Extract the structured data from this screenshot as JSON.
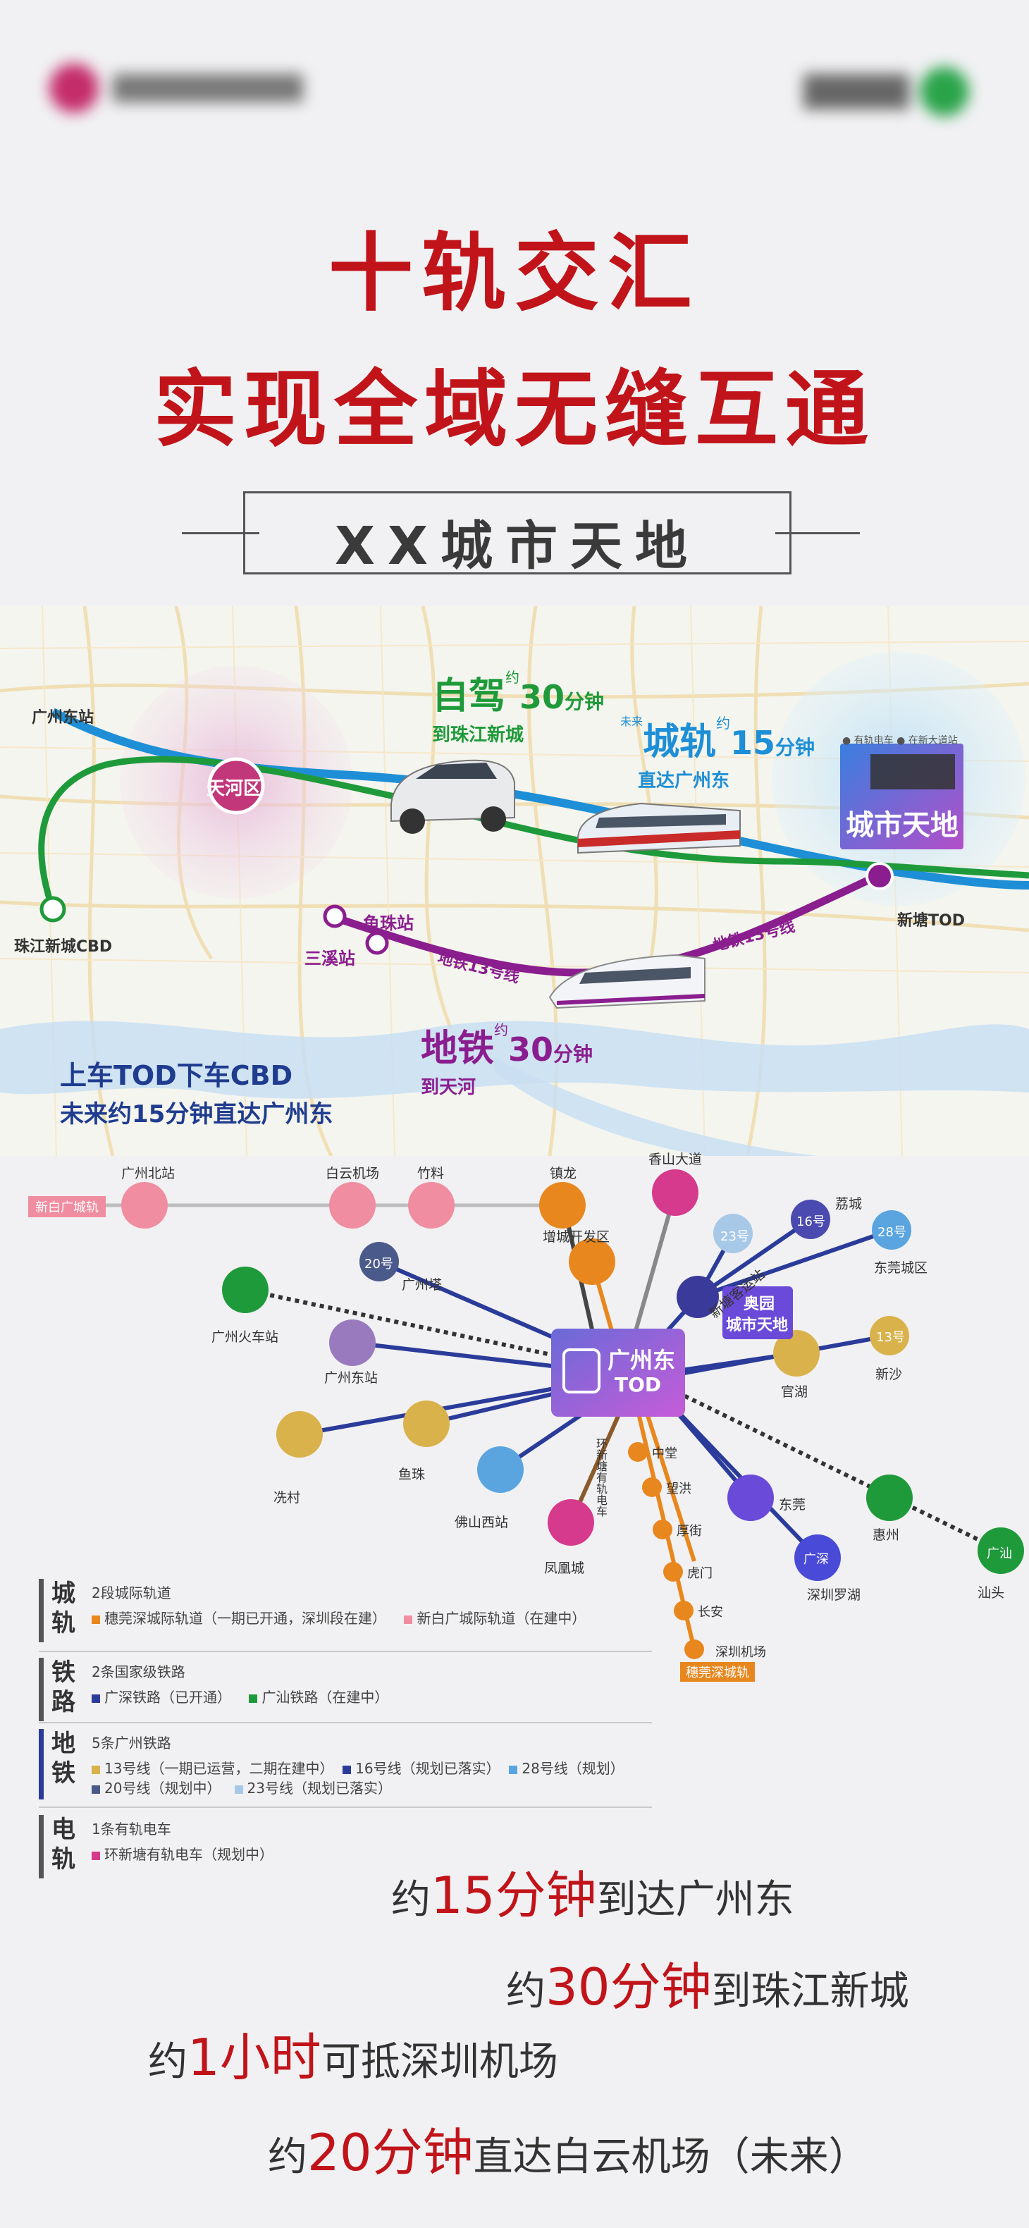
{
  "title": {
    "line1": "十轨交汇",
    "line2": "实现全域无缝互通"
  },
  "project_name": "XX城市天地",
  "colors": {
    "title_red": "#c1141a",
    "rail_blue": "#1e8fd6",
    "rail_green": "#1f9a3a",
    "metro_purple": "#8b1e8f",
    "hub_purple": "#9b4fc9"
  },
  "map": {
    "stations": {
      "guangzhou_east": "广州东站",
      "zhujiang_cbd": "珠江新城CBD",
      "tianhe": "天河区",
      "yuzhu": "鱼珠站",
      "sanxi": "三溪站",
      "xintang_tod": "新塘TOD"
    },
    "drive": {
      "prefix": "自驾",
      "small": "约",
      "time": "30",
      "unit": "分钟",
      "sub": "到珠江新城"
    },
    "intercity": {
      "future": "未来",
      "prefix": "城轨",
      "small": "约",
      "time": "15",
      "unit": "分钟",
      "sub": "直达广州东"
    },
    "metro": {
      "prefix": "地铁",
      "small": "约",
      "time": "30",
      "unit": "分钟",
      "sub": "到天河"
    },
    "metro_line_1": "地铁13号线",
    "metro_line_2": "地铁13号线",
    "project_tag": "● 有轨电车  ● 在新大道站",
    "project_logo": "城市天地",
    "tod_line1": "上车TOD下车CBD",
    "tod_line2": "未来约15分钟直达广州东"
  },
  "network": {
    "xinbai_tag": "新白广城轨",
    "stations_top": [
      "广州北站",
      "白云机场",
      "竹料",
      "镇龙"
    ],
    "hub": {
      "name": "广州东",
      "sub": "TOD"
    },
    "project": {
      "line1": "奥园",
      "line2": "城市天地"
    },
    "nodes": {
      "xiangshan": "香山大道",
      "l23": "23号",
      "l16": "16号",
      "licheng": "荔城",
      "l28": "28号",
      "dongguan_city": "东莞城区",
      "zengcheng": "增城开发区",
      "l20": "20号",
      "gz_tower": "广州塔",
      "gz_fire": "广州火车站",
      "gz_east": "广州东站",
      "xinxiang_st": "新塘客运站",
      "guanhu": "官湖",
      "l13": "13号",
      "xinsha": "新沙",
      "xicun": "冼村",
      "yuzhu": "鱼珠",
      "foshan_west": "佛山西站",
      "fenghuang": "凤凰城",
      "tram": "环新塘有轨电车",
      "dongguan": "东莞",
      "huizhou": "惠州",
      "gs": "广深",
      "sz_luohu": "深圳罗湖",
      "gs_short": "广汕",
      "shantou": "汕头"
    },
    "guanshen": [
      "中堂",
      "望洪",
      "厚街",
      "虎门",
      "长安",
      "深圳机场"
    ],
    "guanshen_tag": "穗莞深城轨"
  },
  "legend": [
    {
      "cat": [
        "城",
        "轨"
      ],
      "line1": "2段城际轨道",
      "line2": [
        {
          "color": "#e8871e",
          "text": "穗莞深城际轨道（一期已开通，深圳段在建）"
        },
        {
          "color": "#f08da0",
          "text": "新白广城际轨道（在建中）"
        }
      ],
      "bar": "#555555"
    },
    {
      "cat": [
        "铁",
        "路"
      ],
      "line1": "2条国家级铁路",
      "line2": [
        {
          "color": "#2a3b9a",
          "text": "广深铁路（已开通）"
        },
        {
          "color": "#1f9a3a",
          "text": "广汕铁路（在建中）"
        }
      ],
      "bar": "#555555"
    },
    {
      "cat": [
        "地",
        "铁"
      ],
      "line1": "5条广州铁路",
      "line2": [
        {
          "color": "#d9b24c",
          "text": "13号线（一期已运营，二期在建中）"
        },
        {
          "color": "#2a3b9a",
          "text": "16号线（规划已落实）"
        },
        {
          "color": "#5aa5e0",
          "text": "28号线（规划）"
        }
      ],
      "line3": [
        {
          "color": "#4a5a8a",
          "text": "20号线（规划中）"
        },
        {
          "color": "#a8c8e8",
          "text": "23号线（规划已落实）"
        }
      ],
      "bar": "#2a3b9a"
    },
    {
      "cat": [
        "电",
        "轨"
      ],
      "line1": "1条有轨电车",
      "line2": [
        {
          "color": "#d63a8c",
          "text": "环新塘有轨电车（规划中）"
        }
      ],
      "bar": "#555555"
    }
  ],
  "bottom": [
    {
      "pre": "约",
      "num": "15分钟",
      "post": "到达广州东"
    },
    {
      "pre": "约",
      "num": "30分钟",
      "post": "到珠江新城"
    },
    {
      "pre": "约",
      "num": "1小时",
      "post": "可抵深圳机场"
    },
    {
      "pre": "约",
      "num": "20分钟",
      "post": "直达白云机场（未来）"
    }
  ]
}
